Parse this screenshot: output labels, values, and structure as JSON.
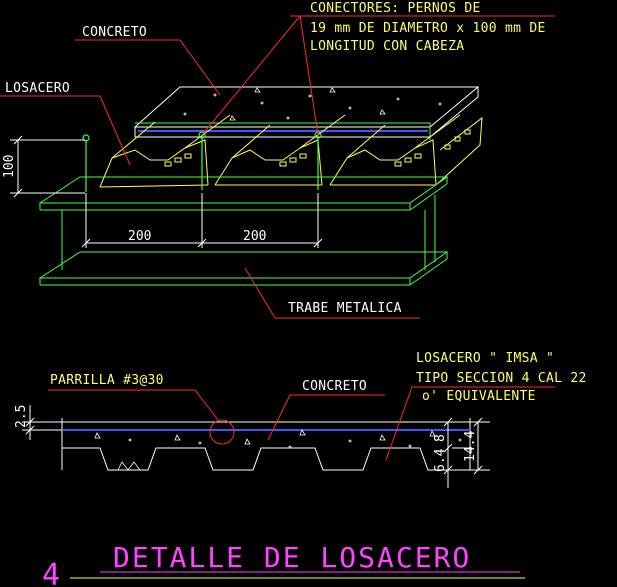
{
  "labels": {
    "concreto_top": "CONCRETO",
    "conectores_1": "CONECTORES:   PERNOS DE",
    "conectores_2": "19 mm DE DIAMETRO x 100 mm DE",
    "conectores_3": "LONGITUD CON CABEZA",
    "losacero_top": "LOSACERO",
    "trabe": "TRABE METALICA",
    "parrilla": "PARRILLA #3@30",
    "concreto_sec": "CONCRETO",
    "losacero_imsa_1": "LOSACERO \" IMSA \"",
    "losacero_imsa_2": "TIPO SECCION 4 CAL 22",
    "losacero_imsa_3": "o' EQUIVALENTE"
  },
  "dimensions": {
    "height_100": "100",
    "span_left": "200",
    "span_right": "200",
    "cover": "2.5",
    "slab_8": "8",
    "deck_64": "6.4",
    "total_144": "14.4"
  },
  "title": {
    "number": "4",
    "text": "DETALLE  DE  LOSACERO"
  },
  "colors": {
    "background": "#000000",
    "label_text": "#ffffff",
    "leader": "#ff2a2a",
    "slab_outline": "#ffffff",
    "deck": "#ffff55",
    "beam": "#44ff44",
    "rebar": "#4455ff",
    "title": "#ff44ff"
  }
}
